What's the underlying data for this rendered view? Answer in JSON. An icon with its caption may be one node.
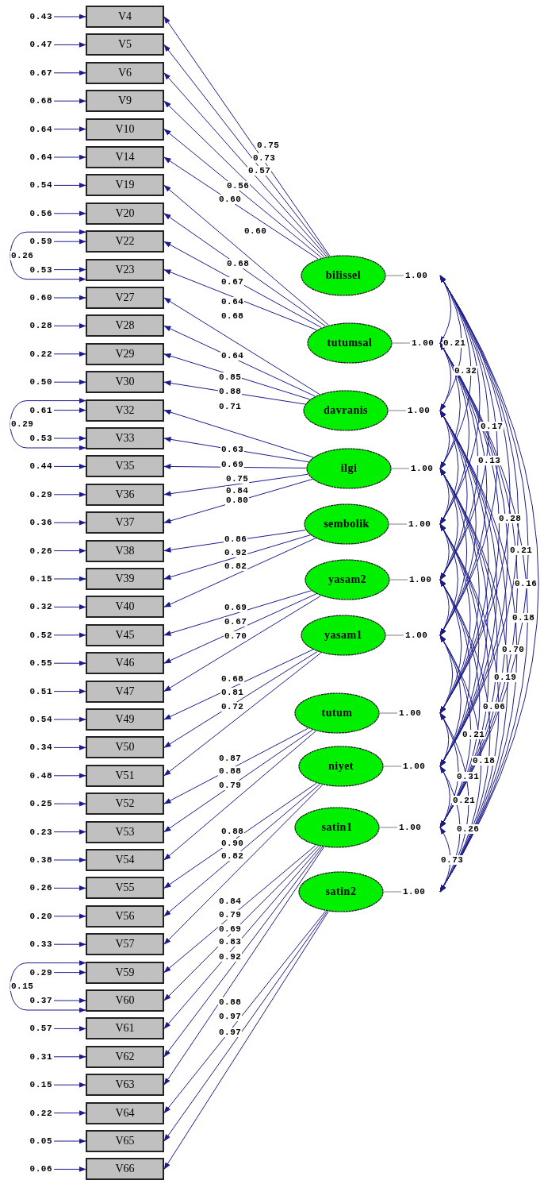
{
  "diagram": {
    "nodes": [
      {
        "text": [
          "V4"
        ],
        "beside": [
          "0.43"
        ]
      },
      {
        "text": [
          "V5"
        ],
        "beside": [
          "0.47"
        ]
      },
      {
        "text": [
          "V6"
        ],
        "beside": [
          "0.67"
        ]
      },
      {
        "text": [
          "V9"
        ],
        "beside": [
          "0.68"
        ]
      },
      {
        "text": [
          "V10"
        ],
        "beside": [
          "0.64"
        ]
      },
      {
        "text": [
          "V14"
        ],
        "beside": [
          "0.64"
        ]
      },
      {
        "text": [
          "V19"
        ],
        "beside": [
          "0.54"
        ]
      },
      {
        "text": [
          "V20"
        ],
        "beside": [
          "0.56"
        ]
      },
      {
        "text": [
          "V22"
        ],
        "beside": [
          "0.59"
        ]
      },
      {
        "text": [
          "V23"
        ],
        "beside": [
          "0.53"
        ]
      },
      {
        "text": [
          "V27"
        ],
        "beside": [
          "0.60"
        ]
      },
      {
        "text": [
          "V28"
        ],
        "beside": [
          "0.28"
        ]
      },
      {
        "text": [
          "V29"
        ],
        "beside": [
          "0.22"
        ]
      },
      {
        "text": [
          "V30"
        ],
        "beside": [
          "0.50"
        ]
      },
      {
        "text": [
          "V32"
        ],
        "beside": [
          "0.61"
        ]
      },
      {
        "text": [
          "V33"
        ],
        "beside": [
          "0.53"
        ]
      },
      {
        "text": [
          "V35"
        ],
        "beside": [
          "0.44"
        ]
      },
      {
        "text": [
          "V36"
        ],
        "beside": [
          "0.29"
        ]
      },
      {
        "text": [
          "V37"
        ],
        "beside": [
          "0.36"
        ]
      },
      {
        "text": [
          "V38"
        ],
        "beside": [
          "0.26"
        ]
      },
      {
        "text": [
          "V39"
        ],
        "beside": [
          "0.15"
        ]
      },
      {
        "text": [
          "V40"
        ],
        "beside": [
          "0.32"
        ]
      },
      {
        "text": [
          "V45"
        ],
        "beside": [
          "0.52"
        ]
      },
      {
        "text": [
          "V46"
        ],
        "beside": [
          "0.55"
        ]
      },
      {
        "text": [
          "V47"
        ],
        "beside": [
          "0.51"
        ]
      },
      {
        "text": [
          "V49"
        ],
        "beside": [
          "0.54"
        ]
      },
      {
        "text": [
          "V50"
        ],
        "beside": [
          "0.34"
        ]
      },
      {
        "text": [
          "V51"
        ],
        "beside": [
          "0.48"
        ]
      },
      {
        "text": [
          "V52"
        ],
        "beside": [
          "0.25"
        ]
      },
      {
        "text": [
          "V53"
        ],
        "beside": [
          "0.23"
        ]
      },
      {
        "text": [
          "V54"
        ],
        "beside": [
          "0.38"
        ]
      },
      {
        "text": [
          "V55"
        ],
        "beside": [
          "0.26"
        ]
      },
      {
        "text": [
          "V56"
        ],
        "beside": [
          "0.20"
        ]
      },
      {
        "text": [
          "V57"
        ],
        "beside": [
          "0.33"
        ]
      },
      {
        "text": [
          "V59"
        ],
        "beside": [
          "0.29"
        ]
      },
      {
        "text": [
          "V60"
        ],
        "beside": [
          "0.37"
        ]
      },
      {
        "text": [
          "V61"
        ],
        "beside": [
          "0.57"
        ]
      },
      {
        "text": [
          "V62"
        ],
        "beside": [
          "0.31"
        ]
      },
      {
        "text": [
          "V63"
        ],
        "beside": [
          "0.15"
        ]
      },
      {
        "text": [
          "V64"
        ],
        "beside": [
          "0.22"
        ]
      },
      {
        "text": [
          "V65"
        ],
        "beside": [
          "0.05"
        ]
      },
      {
        "text": [
          "V66"
        ],
        "beside": [
          "0.06"
        ]
      },
      {
        "text": [
          "bilissel"
        ],
        "beside": [
          "1.00"
        ]
      },
      {
        "text": [
          "tutumsal"
        ],
        "beside": [
          "1.00"
        ]
      },
      {
        "text": [
          "davranis"
        ],
        "beside": [
          "1.00"
        ]
      },
      {
        "text": [
          "ilgi"
        ],
        "beside": [
          "1.00"
        ]
      },
      {
        "text": [
          "sembolik"
        ],
        "beside": [
          "1.00"
        ]
      },
      {
        "text": [
          "yasam2"
        ],
        "beside": [
          "1.00"
        ]
      },
      {
        "text": [
          "yasam1"
        ],
        "beside": [
          "1.00"
        ]
      },
      {
        "text": [
          "tutum"
        ],
        "beside": [
          "1.00"
        ]
      },
      {
        "text": [
          "niyet"
        ],
        "beside": [
          "1.00"
        ]
      },
      {
        "text": [
          "satin1"
        ],
        "beside": [
          "1.00"
        ]
      },
      {
        "text": [
          "satin2"
        ],
        "beside": [
          "1.00"
        ]
      }
    ],
    "edges": [
      {
        "from": 42,
        "to": 0,
        "arrow": "to",
        "label": "0.75"
      },
      {
        "from": 42,
        "to": 1,
        "arrow": "to",
        "label": "0.73"
      },
      {
        "from": 42,
        "to": 2,
        "arrow": "to",
        "label": "0.57"
      },
      {
        "from": 42,
        "to": 3,
        "arrow": "to",
        "label": "0.56"
      },
      {
        "from": 42,
        "to": 4,
        "arrow": "to",
        "label": "0.60"
      },
      {
        "from": 42,
        "to": 5,
        "arrow": "to",
        "label": "0.60"
      },
      {
        "from": 43,
        "to": 6,
        "arrow": "to",
        "label": "0.68"
      },
      {
        "from": 43,
        "to": 7,
        "arrow": "to",
        "label": "0.67"
      },
      {
        "from": 43,
        "to": 8,
        "arrow": "to",
        "label": "0.64"
      },
      {
        "from": 43,
        "to": 9,
        "arrow": "to",
        "label": "0.68"
      },
      {
        "from": 44,
        "to": 10,
        "arrow": "to",
        "label": "0.64"
      },
      {
        "from": 44,
        "to": 11,
        "arrow": "to",
        "label": "0.85"
      },
      {
        "from": 44,
        "to": 12,
        "arrow": "to",
        "label": "0.88"
      },
      {
        "from": 44,
        "to": 13,
        "arrow": "to",
        "label": "0.71"
      },
      {
        "from": 45,
        "to": 14,
        "arrow": "to",
        "label": "0.63"
      },
      {
        "from": 45,
        "to": 15,
        "arrow": "to",
        "label": "0.69"
      },
      {
        "from": 45,
        "to": 16,
        "arrow": "to",
        "label": "0.75"
      },
      {
        "from": 45,
        "to": 17,
        "arrow": "to",
        "label": "0.84"
      },
      {
        "from": 45,
        "to": 18,
        "arrow": "to",
        "label": "0.80"
      },
      {
        "from": 46,
        "to": 19,
        "arrow": "to",
        "label": "0.86"
      },
      {
        "from": 46,
        "to": 20,
        "arrow": "to",
        "label": "0.92"
      },
      {
        "from": 46,
        "to": 21,
        "arrow": "to",
        "label": "0.82"
      },
      {
        "from": 47,
        "to": 22,
        "arrow": "to",
        "label": "0.69"
      },
      {
        "from": 47,
        "to": 23,
        "arrow": "to",
        "label": "0.67"
      },
      {
        "from": 47,
        "to": 24,
        "arrow": "to",
        "label": "0.70"
      },
      {
        "from": 48,
        "to": 25,
        "arrow": "to",
        "label": "0.68"
      },
      {
        "from": 48,
        "to": 26,
        "arrow": "to",
        "label": "0.81"
      },
      {
        "from": 48,
        "to": 27,
        "arrow": "to",
        "label": "0.72"
      },
      {
        "from": 49,
        "to": 28,
        "arrow": "to",
        "label": "0.87"
      },
      {
        "from": 49,
        "to": 29,
        "arrow": "to",
        "label": "0.88"
      },
      {
        "from": 49,
        "to": 30,
        "arrow": "to",
        "label": "0.79"
      },
      {
        "from": 50,
        "to": 31,
        "arrow": "to",
        "label": "0.88"
      },
      {
        "from": 50,
        "to": 32,
        "arrow": "to",
        "label": "0.90"
      },
      {
        "from": 50,
        "to": 33,
        "arrow": "to",
        "label": "0.82"
      },
      {
        "from": 51,
        "to": 34,
        "arrow": "to",
        "label": "0.84"
      },
      {
        "from": 51,
        "to": 35,
        "arrow": "to",
        "label": "0.79"
      },
      {
        "from": 51,
        "to": 36,
        "arrow": "to",
        "label": "0.69"
      },
      {
        "from": 51,
        "to": 37,
        "arrow": "to",
        "label": "0.83"
      },
      {
        "from": 51,
        "to": 38,
        "arrow": "to",
        "label": "0.92"
      },
      {
        "from": 52,
        "to": 39,
        "arrow": "to",
        "label": "0.88"
      },
      {
        "from": 52,
        "to": 40,
        "arrow": "to",
        "label": "0.97"
      },
      {
        "from": 52,
        "to": 41,
        "arrow": "to",
        "label": "0.97"
      },
      {
        "from": null,
        "to": 0,
        "arrow": "to"
      },
      {
        "from": null,
        "to": 1,
        "arrow": "to"
      },
      {
        "from": null,
        "to": 2,
        "arrow": "to"
      },
      {
        "from": null,
        "to": 3,
        "arrow": "to"
      },
      {
        "from": null,
        "to": 4,
        "arrow": "to"
      },
      {
        "from": null,
        "to": 5,
        "arrow": "to"
      },
      {
        "from": null,
        "to": 6,
        "arrow": "to"
      },
      {
        "from": null,
        "to": 7,
        "arrow": "to"
      },
      {
        "from": null,
        "to": 8,
        "arrow": "to"
      },
      {
        "from": null,
        "to": 9,
        "arrow": "to"
      },
      {
        "from": null,
        "to": 10,
        "arrow": "to"
      },
      {
        "from": null,
        "to": 11,
        "arrow": "to"
      },
      {
        "from": null,
        "to": 12,
        "arrow": "to"
      },
      {
        "from": null,
        "to": 13,
        "arrow": "to"
      },
      {
        "from": null,
        "to": 14,
        "arrow": "to"
      },
      {
        "from": null,
        "to": 15,
        "arrow": "to"
      },
      {
        "from": null,
        "to": 16,
        "arrow": "to"
      },
      {
        "from": null,
        "to": 17,
        "arrow": "to"
      },
      {
        "from": null,
        "to": 18,
        "arrow": "to"
      },
      {
        "from": null,
        "to": 19,
        "arrow": "to"
      },
      {
        "from": null,
        "to": 20,
        "arrow": "to"
      },
      {
        "from": null,
        "to": 21,
        "arrow": "to"
      },
      {
        "from": null,
        "to": 22,
        "arrow": "to"
      },
      {
        "from": null,
        "to": 23,
        "arrow": "to"
      },
      {
        "from": null,
        "to": 24,
        "arrow": "to"
      },
      {
        "from": null,
        "to": 25,
        "arrow": "to"
      },
      {
        "from": null,
        "to": 26,
        "arrow": "to"
      },
      {
        "from": null,
        "to": 27,
        "arrow": "to"
      },
      {
        "from": null,
        "to": 28,
        "arrow": "to"
      },
      {
        "from": null,
        "to": 29,
        "arrow": "to"
      },
      {
        "from": null,
        "to": 30,
        "arrow": "to"
      },
      {
        "from": null,
        "to": 31,
        "arrow": "to"
      },
      {
        "from": null,
        "to": 32,
        "arrow": "to"
      },
      {
        "from": null,
        "to": 33,
        "arrow": "to"
      },
      {
        "from": null,
        "to": 34,
        "arrow": "to"
      },
      {
        "from": null,
        "to": 35,
        "arrow": "to"
      },
      {
        "from": null,
        "to": 36,
        "arrow": "to"
      },
      {
        "from": null,
        "to": 37,
        "arrow": "to"
      },
      {
        "from": null,
        "to": 38,
        "arrow": "to"
      },
      {
        "from": null,
        "to": 39,
        "arrow": "to"
      },
      {
        "from": null,
        "to": 40,
        "arrow": "to"
      },
      {
        "from": null,
        "to": 41,
        "arrow": "to"
      },
      {
        "from": 8,
        "to": 9,
        "arrow": "both",
        "label": "0.26"
      },
      {
        "from": 14,
        "to": 15,
        "arrow": "both",
        "label": "0.29"
      },
      {
        "from": 34,
        "to": 35,
        "arrow": "both",
        "label": "0.15"
      },
      {
        "from": 42,
        "to": 43,
        "arrow": "both"
      },
      {
        "from": 42,
        "to": 44,
        "arrow": "both"
      },
      {
        "from": 42,
        "to": 45,
        "arrow": "both"
      },
      {
        "from": 42,
        "to": 46,
        "arrow": "both"
      },
      {
        "from": 42,
        "to": 47,
        "arrow": "both"
      },
      {
        "from": 42,
        "to": 48,
        "arrow": "both"
      },
      {
        "from": 42,
        "to": 49,
        "arrow": "both"
      },
      {
        "from": 42,
        "to": 50,
        "arrow": "both"
      },
      {
        "from": 42,
        "to": 51,
        "arrow": "both"
      },
      {
        "from": 42,
        "to": 52,
        "arrow": "both"
      },
      {
        "from": 43,
        "to": 44,
        "arrow": "both"
      },
      {
        "from": 43,
        "to": 45,
        "arrow": "both"
      },
      {
        "from": 43,
        "to": 46,
        "arrow": "both"
      },
      {
        "from": 43,
        "to": 47,
        "arrow": "both"
      },
      {
        "from": 43,
        "to": 48,
        "arrow": "both"
      },
      {
        "from": 43,
        "to": 49,
        "arrow": "both"
      },
      {
        "from": 43,
        "to": 50,
        "arrow": "both"
      },
      {
        "from": 43,
        "to": 51,
        "arrow": "both"
      },
      {
        "from": 43,
        "to": 52,
        "arrow": "both"
      },
      {
        "from": 44,
        "to": 45,
        "arrow": "both"
      },
      {
        "from": 44,
        "to": 46,
        "arrow": "both"
      },
      {
        "from": 44,
        "to": 47,
        "arrow": "both"
      },
      {
        "from": 44,
        "to": 48,
        "arrow": "both"
      },
      {
        "from": 44,
        "to": 49,
        "arrow": "both"
      },
      {
        "from": 44,
        "to": 50,
        "arrow": "both"
      },
      {
        "from": 44,
        "to": 51,
        "arrow": "both"
      },
      {
        "from": 44,
        "to": 52,
        "arrow": "both"
      },
      {
        "from": 45,
        "to": 46,
        "arrow": "both"
      },
      {
        "from": 45,
        "to": 47,
        "arrow": "both"
      },
      {
        "from": 45,
        "to": 48,
        "arrow": "both"
      },
      {
        "from": 45,
        "to": 49,
        "arrow": "both"
      },
      {
        "from": 45,
        "to": 50,
        "arrow": "both"
      },
      {
        "from": 45,
        "to": 51,
        "arrow": "both"
      },
      {
        "from": 45,
        "to": 52,
        "arrow": "both"
      },
      {
        "from": 46,
        "to": 47,
        "arrow": "both"
      },
      {
        "from": 46,
        "to": 48,
        "arrow": "both"
      },
      {
        "from": 46,
        "to": 49,
        "arrow": "both"
      },
      {
        "from": 46,
        "to": 50,
        "arrow": "both"
      },
      {
        "from": 46,
        "to": 51,
        "arrow": "both"
      },
      {
        "from": 46,
        "to": 52,
        "arrow": "both"
      },
      {
        "from": 47,
        "to": 48,
        "arrow": "both"
      },
      {
        "from": 47,
        "to": 49,
        "arrow": "both"
      },
      {
        "from": 47,
        "to": 50,
        "arrow": "both"
      },
      {
        "from": 47,
        "to": 51,
        "arrow": "both"
      },
      {
        "from": 47,
        "to": 52,
        "arrow": "both"
      },
      {
        "from": 48,
        "to": 49,
        "arrow": "both"
      },
      {
        "from": 48,
        "to": 50,
        "arrow": "both"
      },
      {
        "from": 48,
        "to": 51,
        "arrow": "both"
      },
      {
        "from": 48,
        "to": 52,
        "arrow": "both"
      },
      {
        "from": 49,
        "to": 50,
        "arrow": "both"
      },
      {
        "from": 49,
        "to": 51,
        "arrow": "both"
      },
      {
        "from": 49,
        "to": 52,
        "arrow": "both"
      },
      {
        "from": 50,
        "to": 51,
        "arrow": "both"
      },
      {
        "from": 50,
        "to": 52,
        "arrow": "both"
      },
      {
        "from": 51,
        "to": 52,
        "arrow": "both",
        "label": "0.73"
      }
    ],
    "labels": [
      "0.21",
      "0.32",
      "0.17",
      "0.13",
      "0.28",
      "0.21",
      "0.16",
      "0.18",
      "0.70",
      "0.19",
      "0.06",
      "0.21",
      "0.18",
      "0.31",
      "0.21",
      "0.26"
    ]
  }
}
